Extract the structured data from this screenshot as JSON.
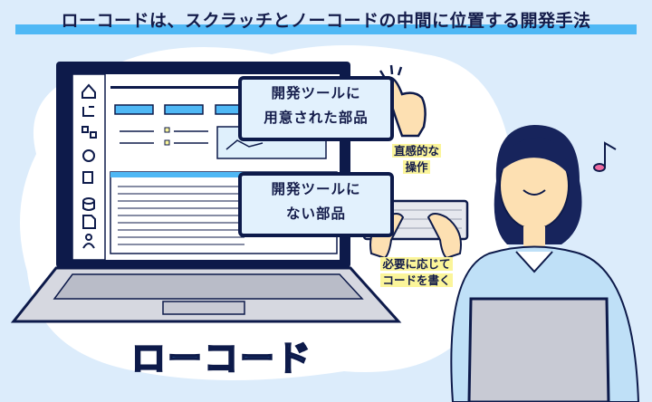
{
  "title": "ローコードは、スクラッチとノーコードの中間に位置する開発手法",
  "bubbles": {
    "prepared_parts": [
      "開発ツールに",
      "用意された部品"
    ],
    "missing_parts": [
      "開発ツールに",
      "ない部品"
    ]
  },
  "labels": {
    "intuitive": [
      "直感的な",
      "操作"
    ],
    "write_code": [
      "必要に応じて",
      "コードを書く"
    ]
  },
  "logo": "ローコード",
  "colors": {
    "background": "#dcecfb",
    "accent": "#4fb8f5",
    "navy": "#0d1a4a",
    "logo": "#3d8fe0",
    "highlight": "#fbf59a"
  }
}
